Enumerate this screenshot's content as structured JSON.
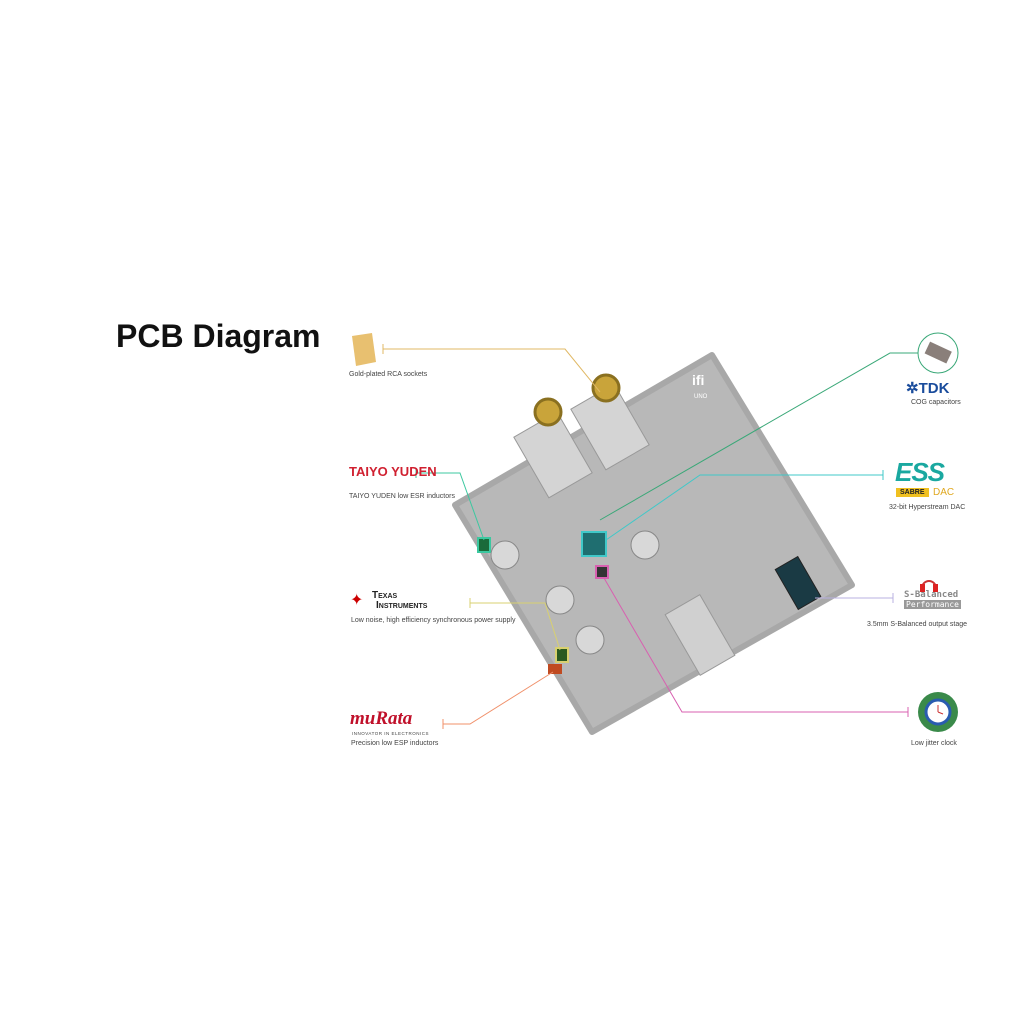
{
  "title": "PCB Diagram",
  "left_callouts": [
    {
      "caption": "Gold-plated RCA sockets",
      "color": "#e0b864"
    },
    {
      "brand": "TAIYO YUDEN",
      "caption": "TAIYO YUDEN low ESR inductors",
      "color": "#3cc8a0"
    },
    {
      "brand_line1": "Texas",
      "brand_line2": "Instruments",
      "caption": "Low noise, high efficiency synchronous power supply",
      "color": "#d8d070"
    },
    {
      "brand": "muRata",
      "tagline": "INNOVATOR IN ELECTRONICS",
      "caption": "Precision low ESP inductors",
      "color": "#f0906a"
    }
  ],
  "right_callouts": [
    {
      "brand": "TDK",
      "caption": "COG capacitors",
      "color": "#3aa878"
    },
    {
      "brand": "ESS",
      "badge1": "SABRE",
      "badge2": "DAC",
      "caption": "32-bit Hyperstream DAC",
      "color": "#40c8c8"
    },
    {
      "brand_line1": "S-Balanced",
      "brand_line2": "Performance",
      "caption": "3.5mm S-Balanced output stage",
      "color": "#b8b0e0"
    },
    {
      "caption": "Low jitter clock",
      "color": "#d860b0"
    }
  ],
  "board": {
    "logo": "ifi",
    "model": "UNO"
  }
}
